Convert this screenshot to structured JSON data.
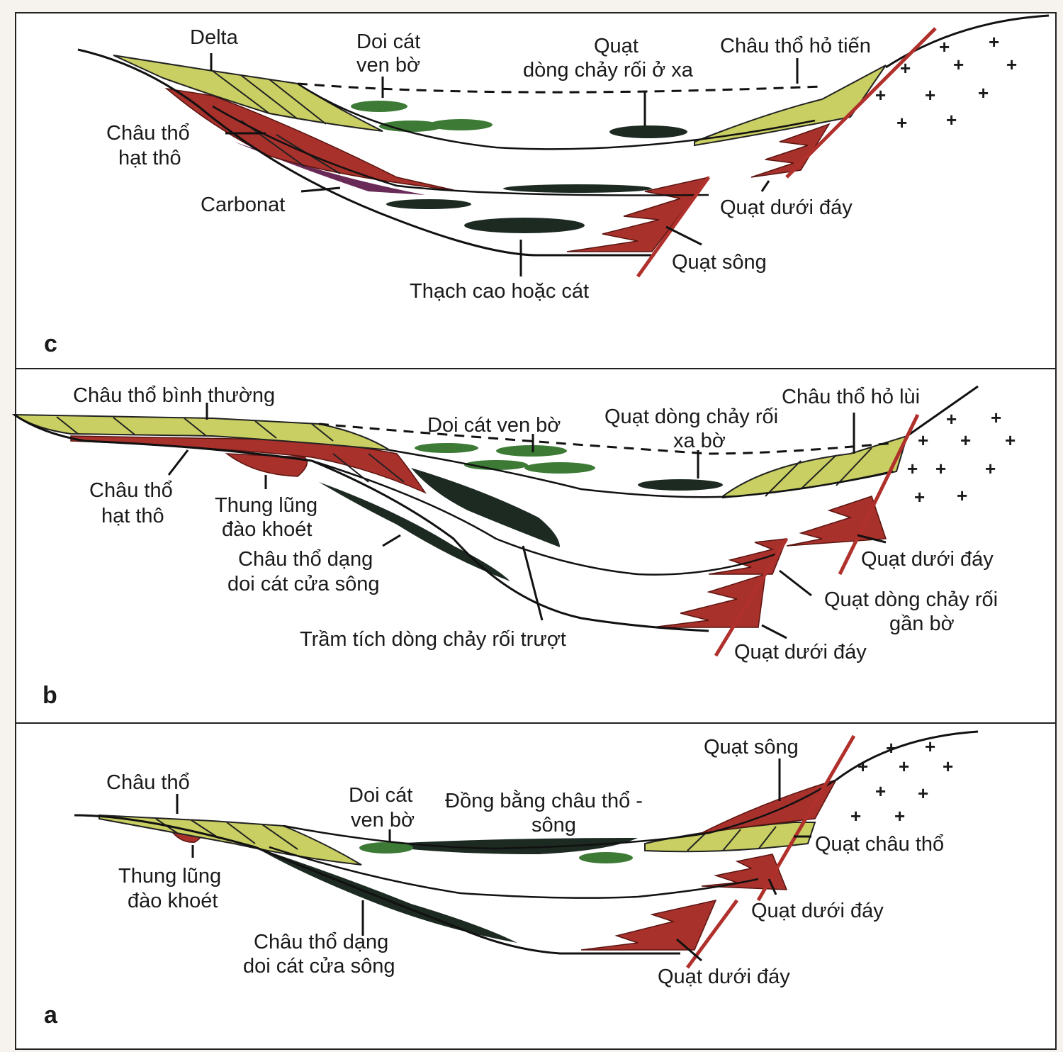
{
  "panels": {
    "c": {
      "letter": "c",
      "labels": {
        "delta": "Delta",
        "doi_cat_1": "Doi cát",
        "doi_cat_2": "ven bờ",
        "quat_xa_1": "Quạt",
        "quat_xa_2": "dòng chảy rối ở xa",
        "chau_tho_ho_tien": "Châu thổ hỏ tiến",
        "chau_tho_hat_tho_1": "Châu thổ",
        "chau_tho_hat_tho_2": "hạt thô",
        "carbonat": "Carbonat",
        "quat_duoi_day": "Quạt dưới đáy",
        "quat_song": "Quạt sông",
        "thach_cao": "Thạch cao hoặc cát"
      }
    },
    "b": {
      "letter": "b",
      "labels": {
        "chau_tho_binh_thuong": "Châu thổ bình thường",
        "doi_cat_ven_bo": "Doi cát ven bờ",
        "quat_xa_bo_1": "Quạt dòng chảy rối",
        "quat_xa_bo_2": "xa bờ",
        "chau_tho_ho_lui": "Châu thổ hỏ lùi",
        "chau_tho_hat_tho_1": "Châu thổ",
        "chau_tho_hat_tho_2": "hạt thô",
        "thung_lung_1": "Thung lũng",
        "thung_lung_2": "đào khoét",
        "chau_tho_dang_1": "Châu thổ dạng",
        "chau_tho_dang_2": "doi cát cửa sông",
        "quat_duoi_day_1": "Quạt dưới đáy",
        "quat_gan_bo_1": "Quạt dòng chảy rối",
        "quat_gan_bo_2": "gần bờ",
        "tram_tich": "Trầm tích dòng chảy rối trượt",
        "quat_duoi_day_2": "Quạt dưới đáy"
      }
    },
    "a": {
      "letter": "a",
      "labels": {
        "chau_tho": "Châu thổ",
        "doi_cat_1": "Doi cát",
        "doi_cat_2": "ven bờ",
        "dong_bang_1": "Đồng bằng châu thổ -",
        "dong_bang_2": "sông",
        "quat_song": "Quạt sông",
        "thung_lung_1": "Thung lũng",
        "thung_lung_2": "đào khoét",
        "quat_chau_tho": "Quạt châu thổ",
        "quat_duoi_day_1": "Quạt dưới đáy",
        "chau_tho_dang_1": "Châu thổ dạng",
        "chau_tho_dang_2": "doi cát cửa sông",
        "quat_duoi_day_2": "Quạt dưới đáy"
      }
    }
  },
  "colors": {
    "delta_yellow": "#c9cf62",
    "coarse_red": "#a8312c",
    "sand_green": "#3c7a35",
    "turbidite_black": "#1d2a22",
    "carbonate_purple": "#6a2a58"
  },
  "icons": {
    "basement": "cross-symbol"
  }
}
